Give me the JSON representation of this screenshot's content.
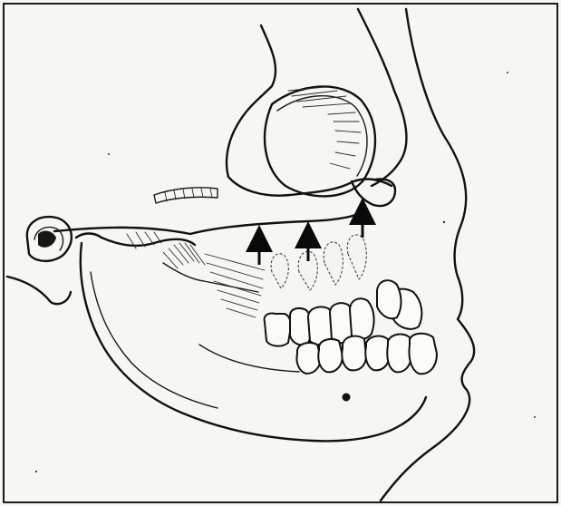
{
  "figure": {
    "colors": {
      "paper": "#f6f6f3",
      "ink": "#111111",
      "frame": "#1a1a1a",
      "arrow": "#0a0a0a"
    },
    "arrows": [
      {
        "direction": "up"
      },
      {
        "direction": "up"
      },
      {
        "direction": "up"
      }
    ]
  }
}
